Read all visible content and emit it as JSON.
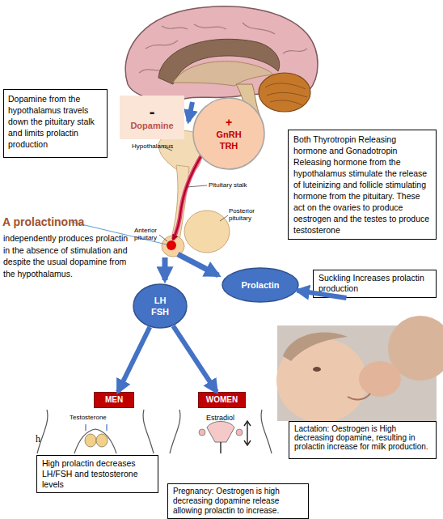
{
  "diagram": {
    "nodes": [
      {
        "text": [
          "Dopamine from the hypothalamus travels down the pituitary stalk and limits prolactin production"
        ]
      },
      {
        "text": [
          "-",
          "Dopamine"
        ]
      },
      {
        "text": [
          "+",
          "GnRH TRH"
        ]
      },
      {
        "text": [
          "Both Thyrotropin Releasing hormone and Gonadotropin Releasing hormone from the hypothalamus stimulate the release of luteinizing and follicle stimulating hormone from the pituitary. These act on the ovaries to produce oestrogen and the testes to produce testosterone"
        ]
      },
      {
        "text": [
          "LH FSH"
        ]
      },
      {
        "text": [
          "Prolactin"
        ]
      },
      {
        "text": [
          "Suckling Increases prolactin production"
        ]
      },
      {
        "text": [
          "MEN"
        ]
      },
      {
        "text": [
          "WOMEN"
        ]
      },
      {
        "text": [
          "Lactation: Oestrogen is High decreasing dopamine, resulting in prolactin increase for milk production."
        ]
      },
      {
        "text": [
          "High prolactin decreases LH/FSH and testosterone levels"
        ]
      },
      {
        "text": [
          "Pregnancy: Oestrogen is high decreasing dopamine release allowing prolactin to increase."
        ]
      }
    ],
    "edges": [
      {
        "from": 4,
        "to": 7,
        "arrow": "to"
      },
      {
        "from": 4,
        "to": 8,
        "arrow": "to"
      },
      {
        "from": 6,
        "to": 5,
        "arrow": "to"
      }
    ],
    "labels": [
      "Hypothalamus",
      "Pituitary stalk",
      "Anterior pituitary",
      "Posterior pituitary",
      "A prolactinoma",
      "independently produces prolactin in the absence of stimulation and despite the usual dopamine from the hypothalamus.",
      "Testosterone",
      "Estradiol",
      "h"
    ]
  }
}
